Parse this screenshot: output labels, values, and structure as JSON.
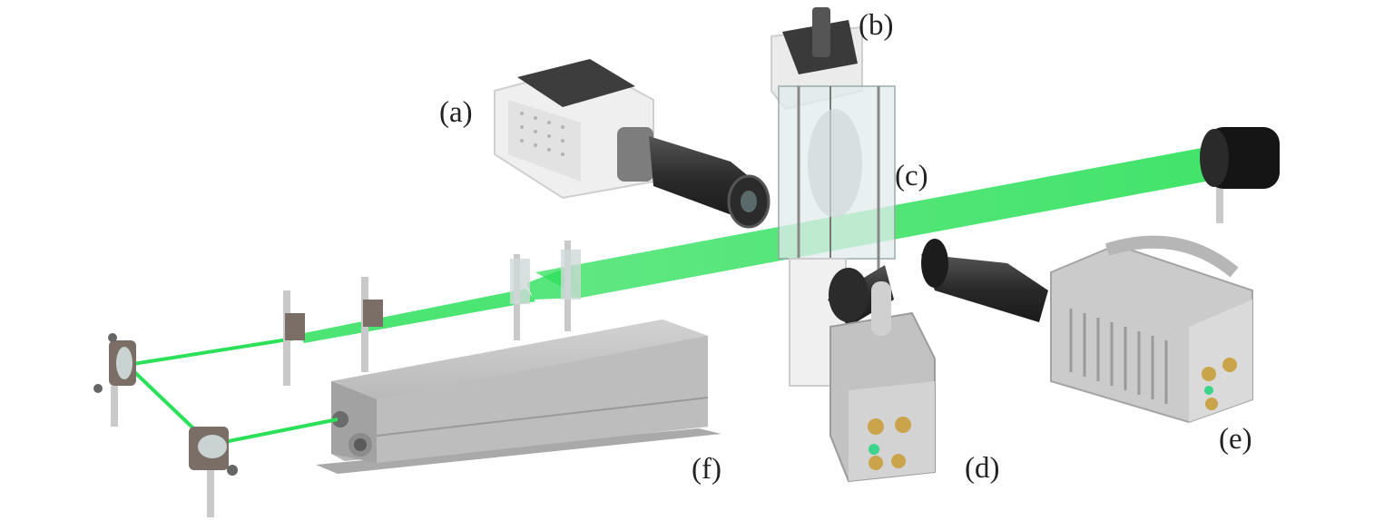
{
  "labels": {
    "a": "(a)",
    "b": "(b)",
    "c": "(c)",
    "d": "(d)",
    "e": "(e)",
    "f": "(f)"
  },
  "colors": {
    "laser_beam": "#2de05a",
    "laser_beam_core": "#15c444",
    "camera_body": "#efefef",
    "camera_body_grey": "#bdbdbd",
    "lens": "#2f2f2f",
    "laser_housing": "#b5b5b5",
    "mount": "#7a6e66",
    "post": "#c9c9c9",
    "chamber_glass": "#dfe9ec"
  },
  "components": [
    {
      "id": "a",
      "kind": "high-speed-camera-with-lens"
    },
    {
      "id": "b",
      "kind": "high-speed-camera-top"
    },
    {
      "id": "c",
      "kind": "transparent-test-chamber"
    },
    {
      "id": "d",
      "kind": "high-speed-camera-front"
    },
    {
      "id": "e",
      "kind": "high-speed-camera-side"
    },
    {
      "id": "f",
      "kind": "laser-source"
    }
  ]
}
